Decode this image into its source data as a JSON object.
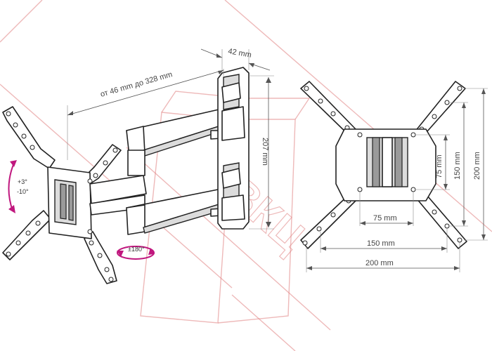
{
  "labels": {
    "arm_length": "от 46 mm до 328 mm",
    "depth": "42 mm",
    "height": "207 mm",
    "tilt_up": "+3°",
    "tilt_down": "-10°",
    "swivel": "±180°",
    "vesa_75_h": "75 mm",
    "vesa_150_h": "150 mm",
    "vesa_200_h": "200 mm",
    "vesa_75_v": "75 mm",
    "vesa_150_v": "150 mm",
    "vesa_200_v": "200 mm"
  },
  "colors": {
    "accent": "#c0177e",
    "watermark": "#e08080",
    "line": "#222222",
    "dimension": "#555555"
  },
  "watermark_text": "ВКЦ"
}
